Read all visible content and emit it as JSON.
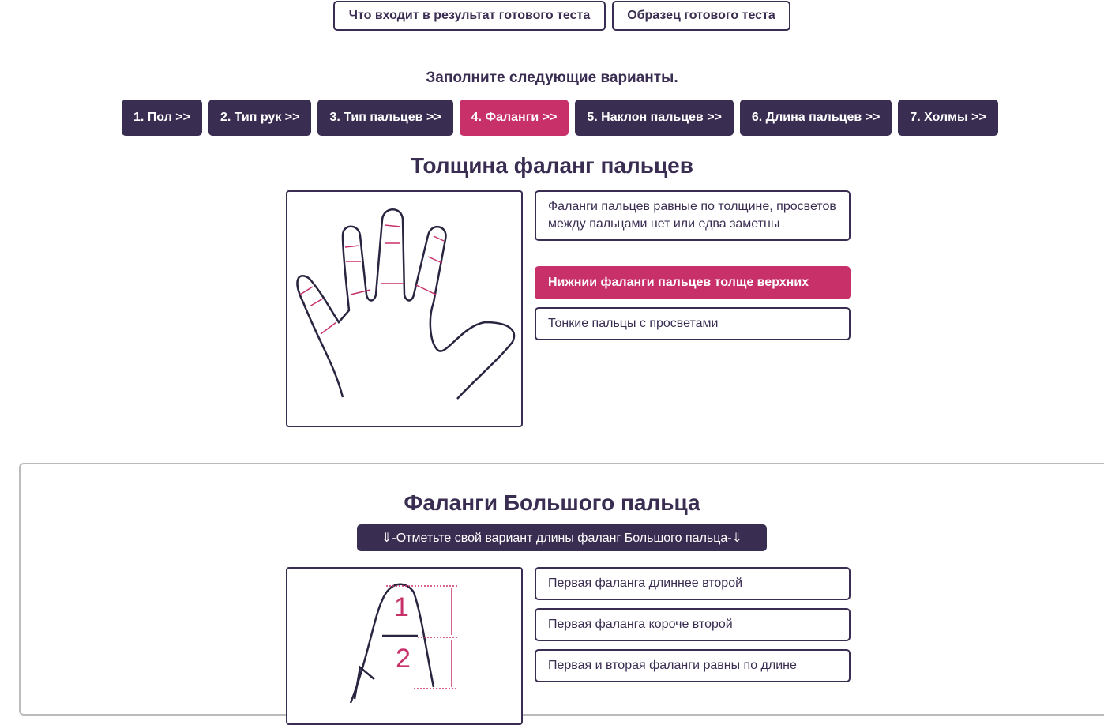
{
  "top_buttons": [
    "Что входит в результат готового теста",
    "Образец готового теста"
  ],
  "fill_prompt": "Заполните следующие варианты.",
  "tabs": [
    "1. Пол >>",
    "2. Тип рук >>",
    "3. Тип пальцев >>",
    "4. Фаланги >>",
    "5. Наклон пальцев >>",
    "6. Длина пальцев >>",
    "7. Холмы >>"
  ],
  "section1": {
    "title": "Толщина фаланг пальцев",
    "options": [
      "Фаланги пальцев равные по толщине, просветов между пальцами нет или едва заметны",
      "Нижнии фаланги пальцев толще верхних",
      "Тонкие пальцы с просветами"
    ]
  },
  "section2": {
    "title": "Фаланги Большого пальца",
    "hint": "⇓-Отметьте свой вариант длины фаланг Большого пальца-⇓",
    "labels": [
      "1",
      "2"
    ],
    "options": [
      "Первая фаланга длиннее второй",
      "Первая фаланга короче второй",
      "Первая и вторая фаланги равны по длине"
    ]
  },
  "colors": {
    "primary": "#3a2d52",
    "accent": "#c8306a"
  }
}
